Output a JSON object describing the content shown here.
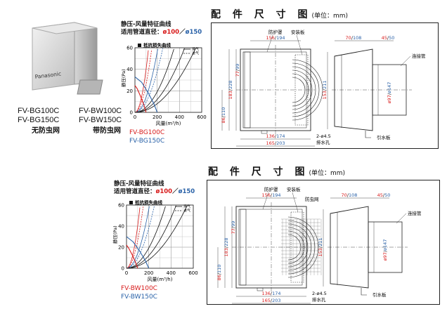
{
  "product": {
    "brand": "Panasonic",
    "models_left": [
      "FV-BG100C",
      "FV-BG150C"
    ],
    "models_right": [
      "FV-BW100C",
      "FV-BW150C"
    ],
    "caption_left": "无防虫网",
    "caption_right": "带防虫网"
  },
  "chart_top": {
    "title": "静压-风量特征曲线",
    "subtitle_prefix": "适用管道直径：",
    "d100": "ø100",
    "slash": "／",
    "d150": "ø150",
    "legend_box": "抵抗损失曲线",
    "legend_exhaust": "排气",
    "legend_intake": "进气",
    "ylabel": "静压(Pa)",
    "xlabel": "风量(m³/h)",
    "model_red": "FV-BG100C",
    "model_blue": "FV-BG150C"
  },
  "chart_bottom": {
    "title": "静压-风量特征曲线",
    "subtitle_prefix": "适用管道直径：",
    "d100": "ø100",
    "slash": "／",
    "d150": "ø150",
    "legend_box": "抵抗损失曲线",
    "legend_exhaust": "排气",
    "legend_intake": "进气",
    "ylabel": "静压(Pa)",
    "xlabel": "风量(m³/h)",
    "model_red": "FV-BW100C",
    "model_blue": "FV-BW150C"
  },
  "chart_data": [
    {
      "type": "line",
      "title": "静压-风量特征曲线",
      "xlabel": "风量(m³/h)",
      "ylabel": "静压(Pa)",
      "xlim": [
        0,
        600
      ],
      "ylim": [
        0,
        60
      ],
      "xticks": [
        0,
        200,
        400,
        600
      ],
      "yticks": [
        0,
        20,
        40,
        60
      ],
      "grid": true,
      "series": [
        {
          "name": "FV-BG100C",
          "color": "#d81b1b",
          "x": [
            0,
            20,
            50,
            80,
            100
          ],
          "y": [
            25,
            22,
            15,
            7,
            0
          ]
        },
        {
          "name": "FV-BG150C",
          "color": "#2a62a8",
          "x": [
            0,
            60,
            120,
            170,
            200
          ],
          "y": [
            33,
            28,
            18,
            8,
            0
          ]
        }
      ]
    },
    {
      "type": "line",
      "title": "静压-风量特征曲线",
      "xlabel": "风量(m³/h)",
      "ylabel": "静压(Pa)",
      "xlim": [
        0,
        600
      ],
      "ylim": [
        0,
        60
      ],
      "xticks": [
        0,
        200,
        400,
        600
      ],
      "yticks": [
        0,
        20,
        40,
        60
      ],
      "grid": true,
      "series": [
        {
          "name": "FV-BW100C",
          "color": "#d81b1b",
          "x": [
            0,
            20,
            50,
            80,
            100
          ],
          "y": [
            22,
            19,
            13,
            6,
            0
          ]
        },
        {
          "name": "FV-BW150C",
          "color": "#2a62a8",
          "x": [
            0,
            60,
            120,
            170,
            200
          ],
          "y": [
            30,
            25,
            16,
            7,
            0
          ]
        }
      ]
    }
  ],
  "ticks": {
    "y0": "0",
    "y20": "20",
    "y40": "40",
    "y60": "60",
    "x0": "0",
    "x200": "200",
    "x400": "400",
    "x600": "600"
  },
  "section": {
    "title": "配 件 尺 寸 图",
    "unit": "(单位：mm)"
  },
  "drawing_top": {
    "protect": "防护罩",
    "mount": "安装板",
    "dim_156_194": [
      "156",
      "/",
      "194"
    ],
    "dim_70_108": [
      "70",
      "/",
      "108"
    ],
    "dim_45_50": [
      "45",
      "/",
      "50"
    ],
    "duct": "连接管",
    "dim_77_99": [
      "77",
      "/",
      "99"
    ],
    "dim_183_228": [
      "183",
      "/",
      "228"
    ],
    "dim_86_110": [
      "86",
      "/",
      "110"
    ],
    "dim_153_211": [
      "153",
      "/",
      "211"
    ],
    "dim_97_147": [
      "ø97",
      "/",
      "ø147"
    ],
    "hole": "2-ø4.5",
    "drain": "排水孔",
    "dim_136_174": [
      "136",
      "/",
      "174"
    ],
    "dim_165_203": [
      "165",
      "/",
      "203"
    ],
    "waterplate": "引水板"
  },
  "drawing_bottom": {
    "protect": "防护罩",
    "mount": "安装板",
    "net": "防虫网",
    "dim_156_194": [
      "156",
      "/",
      "194"
    ],
    "dim_70_108": [
      "70",
      "/",
      "108"
    ],
    "dim_45_50": [
      "45",
      "/",
      "50"
    ],
    "duct": "连接管",
    "dim_77_99": [
      "77",
      "/",
      "99"
    ],
    "dim_183_228": [
      "183",
      "/",
      "228"
    ],
    "dim_86_110": [
      "86",
      "/",
      "110"
    ],
    "dim_153_211": [
      "153",
      "/",
      "211"
    ],
    "dim_97_147": [
      "ø97",
      "/",
      "ø147"
    ],
    "hole": "2-ø4.5",
    "drain": "排水孔",
    "dim_136_174": [
      "136",
      "/",
      "174"
    ],
    "dim_165_203": [
      "165",
      "/",
      "203"
    ],
    "waterplate": "引水板"
  },
  "colors": {
    "red": "#d81b1b",
    "blue": "#2a62a8",
    "line": "#222222"
  }
}
